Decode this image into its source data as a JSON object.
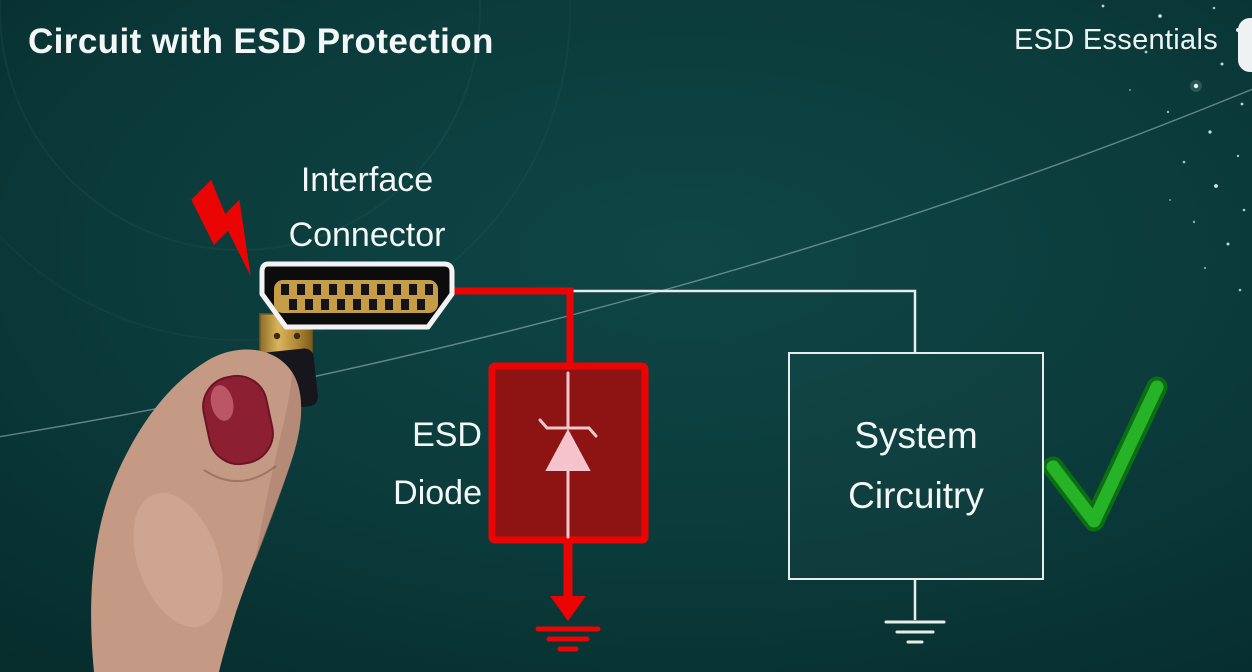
{
  "header": {
    "title": "Circuit with ESD Protection",
    "brand": "ESD Essentials"
  },
  "diagram": {
    "connector_label": {
      "line1": "Interface",
      "line2": "Connector"
    },
    "diode_label": {
      "line1": "ESD",
      "line2": "Diode"
    },
    "system_box": {
      "line1": "System",
      "line2": "Circuitry"
    }
  },
  "icons": {
    "lightning": "lightning-bolt-icon",
    "connector": "hdmi-connector-icon",
    "diode_symbol": "zener-diode-icon",
    "ground_red": "ground-symbol-red-icon",
    "ground_white": "ground-symbol-white-icon",
    "checkmark": "checkmark-icon",
    "brand_logo": "brand-logo-icon",
    "sparkles": "sparkle-stars"
  },
  "colors": {
    "background_teal": "#0b3a3a",
    "esd_red": "#ea0404",
    "diode_box_fill": "#8e1414",
    "diode_symbol_pink": "#f4c6ce",
    "wire_white": "#e7ecec",
    "check_green": "#27b327",
    "text": "#f4f7f7"
  }
}
